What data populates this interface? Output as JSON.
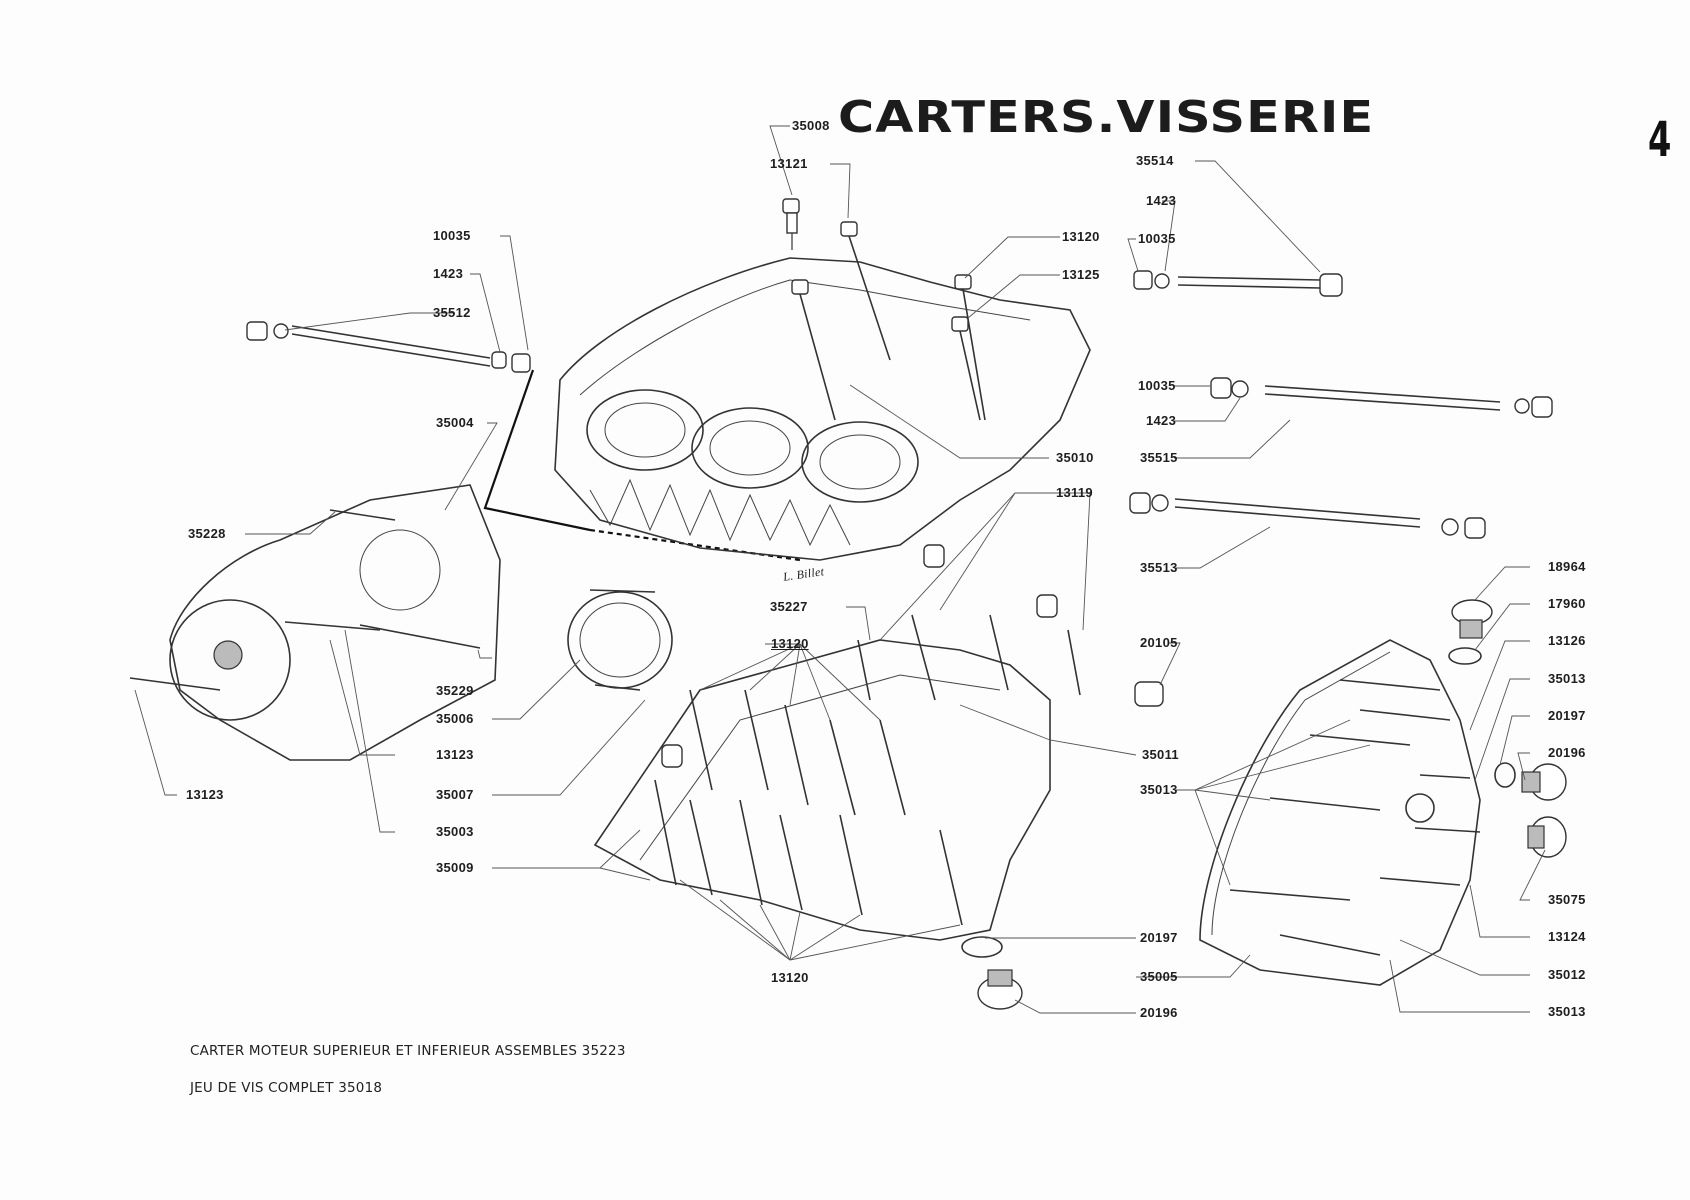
{
  "title": "CARTERS.VISSERIE",
  "page_number": "4",
  "signature": "L. Billet",
  "labels": [
    {
      "id": "l-35008",
      "text": "35008"
    },
    {
      "id": "l-13121",
      "text": "13121"
    },
    {
      "id": "l-10035a",
      "text": "10035"
    },
    {
      "id": "l-1423a",
      "text": "1423"
    },
    {
      "id": "l-35512",
      "text": "35512"
    },
    {
      "id": "l-13120a",
      "text": "13120"
    },
    {
      "id": "l-13125",
      "text": "13125"
    },
    {
      "id": "l-35514",
      "text": "35514"
    },
    {
      "id": "l-1423b",
      "text": "1423"
    },
    {
      "id": "l-10035b",
      "text": "10035"
    },
    {
      "id": "l-10035c",
      "text": "10035"
    },
    {
      "id": "l-1423c",
      "text": "1423"
    },
    {
      "id": "l-35515",
      "text": "35515"
    },
    {
      "id": "l-35010",
      "text": "35010"
    },
    {
      "id": "l-35004",
      "text": "35004"
    },
    {
      "id": "l-13119",
      "text": "13119"
    },
    {
      "id": "l-35228",
      "text": "35228"
    },
    {
      "id": "l-35513",
      "text": "35513"
    },
    {
      "id": "l-18964",
      "text": "18964"
    },
    {
      "id": "l-35227",
      "text": "35227"
    },
    {
      "id": "l-17960",
      "text": "17960"
    },
    {
      "id": "l-13120b",
      "text": "13120"
    },
    {
      "id": "l-20105",
      "text": "20105"
    },
    {
      "id": "l-13126",
      "text": "13126"
    },
    {
      "id": "l-35229",
      "text": "35229"
    },
    {
      "id": "l-35013a",
      "text": "35013"
    },
    {
      "id": "l-35006",
      "text": "35006"
    },
    {
      "id": "l-20197a",
      "text": "20197"
    },
    {
      "id": "l-13123a",
      "text": "13123"
    },
    {
      "id": "l-35011",
      "text": "35011"
    },
    {
      "id": "l-20196a",
      "text": "20196"
    },
    {
      "id": "l-13123b",
      "text": "13123"
    },
    {
      "id": "l-35007",
      "text": "35007"
    },
    {
      "id": "l-35013b",
      "text": "35013"
    },
    {
      "id": "l-35003",
      "text": "35003"
    },
    {
      "id": "l-35009",
      "text": "35009"
    },
    {
      "id": "l-35075",
      "text": "35075"
    },
    {
      "id": "l-13124",
      "text": "13124"
    },
    {
      "id": "l-20197b",
      "text": "20197"
    },
    {
      "id": "l-35005",
      "text": "35005"
    },
    {
      "id": "l-35012",
      "text": "35012"
    },
    {
      "id": "l-13120c",
      "text": "13120"
    },
    {
      "id": "l-35013c",
      "text": "35013"
    },
    {
      "id": "l-20196b",
      "text": "20196"
    }
  ],
  "footer": {
    "line1": "CARTER MOTEUR SUPERIEUR ET INFERIEUR ASSEMBLES  35223",
    "line2": "JEU DE VIS COMPLET  35018"
  }
}
